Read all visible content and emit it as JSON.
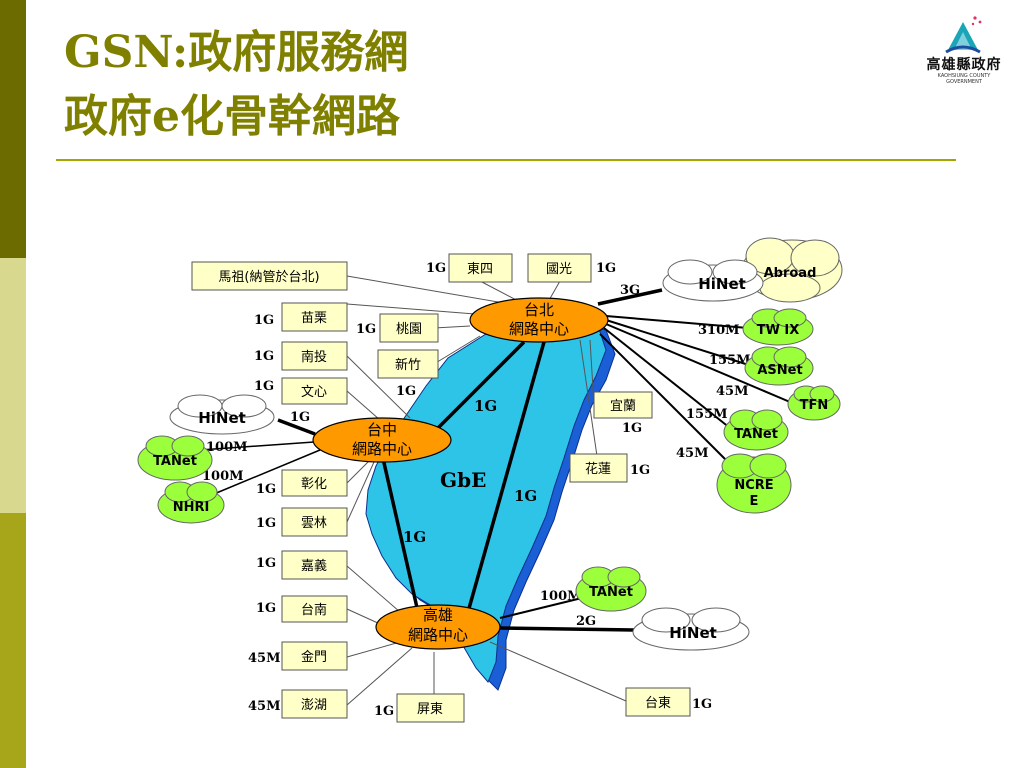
{
  "title": {
    "line1": "GSN:政府服務網",
    "line2": "政府e化骨幹網路"
  },
  "logo": {
    "name": "高雄縣政府",
    "subtitle": "KAOHSIUNG COUNTY GOVERNMENT"
  },
  "hubs": {
    "taipei": {
      "line1": "台北",
      "line2": "網路中心"
    },
    "taichung": {
      "line1": "台中",
      "line2": "網路中心"
    },
    "kaohsiung": {
      "line1": "高雄",
      "line2": "網路中心"
    }
  },
  "backbone": {
    "label": "GbE",
    "trunk_labels": [
      "1G",
      "1G",
      "1G"
    ]
  },
  "sites": {
    "matsu": "馬祖(納管於台北)",
    "dongsi": "東四",
    "guoguang": "國光",
    "miaoli": "苗栗",
    "taoyuan": "桃園",
    "nantou": "南投",
    "hsinchu": "新竹",
    "wenxin": "文心",
    "yilan": "宜蘭",
    "hualien": "花蓮",
    "changhua": "彰化",
    "yunlin": "雲林",
    "chiayi": "嘉義",
    "tainan": "台南",
    "kinmen": "金門",
    "penghu": "澎湖",
    "pingtung": "屏東",
    "taitung": "台東"
  },
  "link_labels": {
    "dongsi": "1G",
    "guoguang": "1G",
    "miaoli": "1G",
    "taoyuan": "1G",
    "nantou": "1G",
    "hsinchu": "1G",
    "wenxin": "1G",
    "yilan": "1G",
    "hualien": "1G",
    "changhua": "1G",
    "yunlin": "1G",
    "chiayi": "1G",
    "tainan": "1G",
    "kinmen": "45M",
    "penghu": "45M",
    "pingtung": "1G",
    "taitung": "1G",
    "taipei_hinet": "3G",
    "twix": "310M",
    "asnet": "155M",
    "tfn": "45M",
    "tanet_n": "155M",
    "ncree": "45M",
    "taichung_hinet": "1G",
    "taichung_tanet": "100M",
    "nhri": "100M",
    "kh_tanet": "100M",
    "kh_hinet": "2G"
  },
  "clouds": {
    "abroad": "Abroad",
    "hinet_north": "HiNet",
    "twix": "TW IX",
    "asnet": "ASNet",
    "tfn": "TFN",
    "tanet_north": "TANet",
    "ncree_l1": "NCRE",
    "ncree_l2": "E",
    "hinet_mid": "HiNet",
    "tanet_mid": "TANet",
    "nhri": "NHRI",
    "tanet_south": "TANet",
    "hinet_south": "HiNet"
  },
  "colors": {
    "title": "#808000",
    "hub_fill": "#ff9900",
    "island_fill": "#2ec4e8",
    "island_shadow": "#1a5fd6",
    "cloud_green": "#9cff3c",
    "cloud_white": "#ffffff",
    "cloud_yellow": "#ffffc8"
  }
}
